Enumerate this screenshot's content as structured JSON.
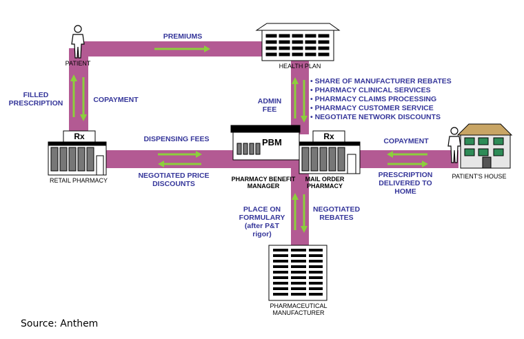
{
  "flows": {
    "premiums": "PREMIUMS",
    "filled_prescription": "FILLED\nPRESCRIPTION",
    "copayment_left": "COPAYMENT",
    "admin_fee": "ADMIN\nFEE",
    "dispensing_fees": "DISPENSING FEES",
    "negotiated_price_discounts": "NEGOTIATED PRICE\nDISCOUNTS",
    "copayment_right": "COPAYMENT",
    "prescription_delivered": "PRESCRIPTION\nDELIVERED TO\nHOME",
    "place_on_formulary": "PLACE ON\nFORMULARY\n(after P&T\nrigor)",
    "negotiated_rebates": "NEGOTIATED\nREBATES"
  },
  "pbm_services": [
    "SHARE OF MANUFACTURER REBATES",
    "PHARMACY CLINICAL SERVICES",
    "PHARMACY CLAIMS PROCESSING",
    "PHARMACY CUSTOMER SERVICE",
    "NEGOTIATE NETWORK DISCOUNTS"
  ],
  "nodes": {
    "patient": "PATIENT",
    "health_plan": "HEALTH PLAN",
    "retail_pharmacy": "RETAIL PHARMACY",
    "pbm": "PHARMACY BENEFIT\nMANAGER",
    "pbm_sign": "PBM",
    "mail_order": "MAIL ORDER\nPHARMACY",
    "patients_house": "PATIENT'S HOUSE",
    "manufacturer": "PHARMACEUTICAL\nMANUFACTURER",
    "rx_sign": "Rx"
  },
  "source": "Source: Anthem",
  "colors": {
    "pipe": "#b35a93",
    "arrow": "#8ccf3c",
    "label": "#35369a"
  }
}
